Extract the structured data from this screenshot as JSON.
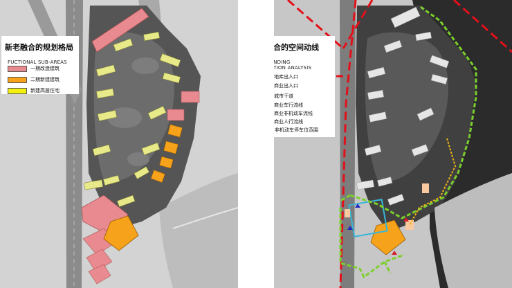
{
  "left": {
    "title": "新老融合的规划格局",
    "subtitle": "FUCTIONAL  SUB-AREAS",
    "legend": [
      {
        "label": "一期改造建筑",
        "color": "#e88a8f"
      },
      {
        "label": "二期新建建筑",
        "color": "#f7a21b"
      },
      {
        "label": "新建高层住宅",
        "color": "#f3f00e"
      }
    ]
  },
  "right": {
    "title": "新老融合的空间动线",
    "subtitle_line1": "SURROUNDING",
    "subtitle_line2": "CIRCULATION ANALYSIS",
    "legend": [
      {
        "label": "地库出入口",
        "kind": "triangle",
        "color": "#1f2bbf"
      },
      {
        "label": "商业出入口",
        "kind": "triangle",
        "color": "#d81e2a"
      },
      {
        "label": "城市干道",
        "kind": "dash",
        "color": "#e3101a"
      },
      {
        "label": "商业车行流线",
        "kind": "dash",
        "color": "#9fd64a"
      },
      {
        "label": "商业非机动车流线",
        "kind": "dash",
        "color": "#f2b316"
      },
      {
        "label": "商业人行流线",
        "kind": "dash",
        "color": "#37b7d8"
      },
      {
        "label": "非机动车停车位范围",
        "kind": "box",
        "color": "#f9c9a0"
      }
    ]
  }
}
